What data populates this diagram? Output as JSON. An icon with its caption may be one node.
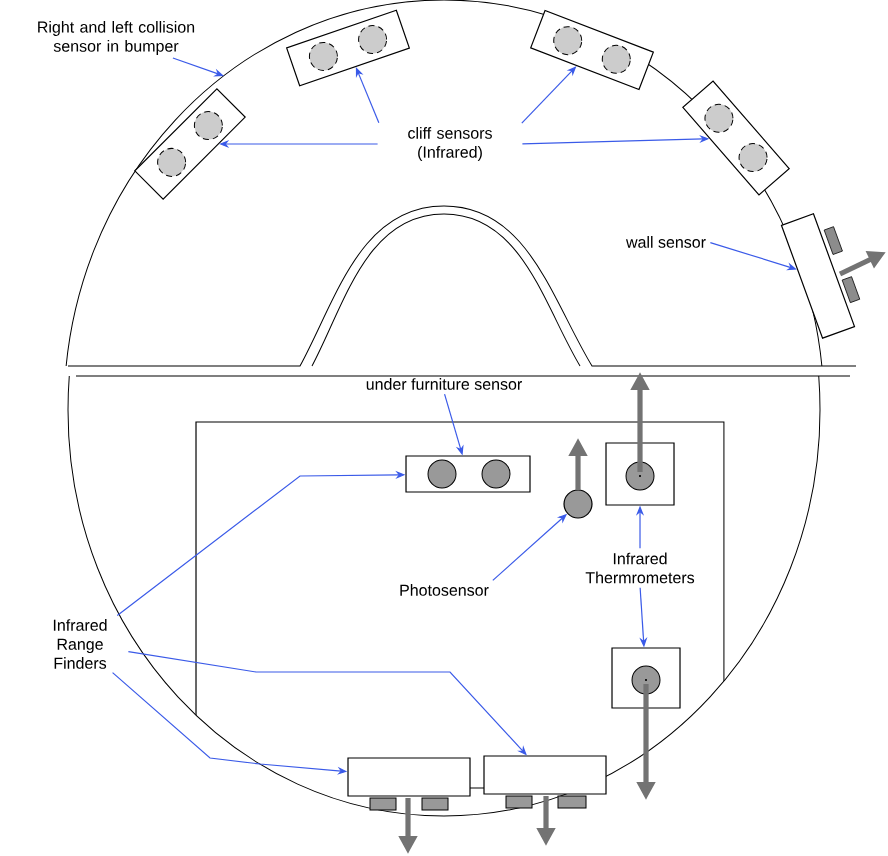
{
  "diagram": {
    "nodes": [
      {
        "text": [
          "Right and left collision sensor in bumper"
        ]
      },
      {
        "text": [],
        "shape": "box"
      },
      {
        "text": [],
        "shape": "box"
      },
      {
        "text": [],
        "shape": "box"
      },
      {
        "text": [],
        "shape": "box"
      },
      {
        "text": [
          "cliff sensors (Infrared)"
        ]
      },
      {
        "text": [
          "wall sensor"
        ]
      },
      {
        "text": [],
        "shape": "box"
      },
      {
        "text": [
          "under furniture sensor"
        ]
      },
      {
        "text": [],
        "shape": "box"
      },
      {
        "text": [
          "Photosensor"
        ]
      },
      {
        "text": [],
        "shape": "circle"
      },
      {
        "text": [],
        "shape": "box"
      },
      {
        "text": [
          "Infrared Thermrometers"
        ]
      },
      {
        "text": [],
        "shape": "box"
      },
      {
        "text": [
          "Infrared Range Finders"
        ]
      },
      {
        "text": [],
        "shape": "box"
      },
      {
        "text": [],
        "shape": "box"
      }
    ],
    "edges": [
      {
        "from": 0,
        "to": null,
        "arrow": "to"
      },
      {
        "from": 5,
        "to": 1,
        "arrow": "to"
      },
      {
        "from": 5,
        "to": 2,
        "arrow": "to"
      },
      {
        "from": 5,
        "to": 3,
        "arrow": "to"
      },
      {
        "from": 5,
        "to": 4,
        "arrow": "to"
      },
      {
        "from": 6,
        "to": 7,
        "arrow": "to"
      },
      {
        "from": 8,
        "to": 9,
        "arrow": "to"
      },
      {
        "from": 10,
        "to": 11,
        "arrow": "to"
      },
      {
        "from": 13,
        "to": 12,
        "arrow": "to"
      },
      {
        "from": 13,
        "to": 14,
        "arrow": "to"
      },
      {
        "from": 15,
        "to": 9,
        "arrow": "to"
      },
      {
        "from": 15,
        "to": 17,
        "arrow": "to"
      },
      {
        "from": 15,
        "to": 16,
        "arrow": "to"
      }
    ]
  }
}
